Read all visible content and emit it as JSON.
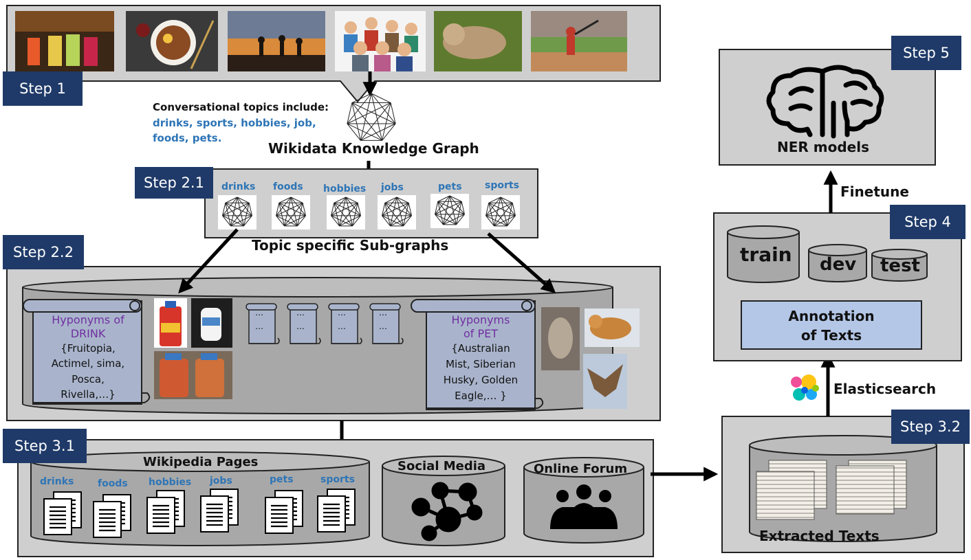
{
  "steps": {
    "s1": "Step 1",
    "s21": "Step 2.1",
    "s22": "Step 2.2",
    "s31": "Step 3.1",
    "s32": "Step 3.2",
    "s4": "Step 4",
    "s5": "Step 5"
  },
  "step1": {
    "topics_intro": "Conversational topics include:",
    "topics_line1": "drinks, sports, hobbies, job,",
    "topics_line2": "foods, pets.",
    "kg_label": "Wikidata Knowledge Graph"
  },
  "step21": {
    "topics": [
      "drinks",
      "foods",
      "hobbies",
      "jobs",
      "pets",
      "sports"
    ],
    "caption": "Topic specific Sub-graphs"
  },
  "step22": {
    "drink": {
      "heading1": "Hyponyms of",
      "heading2": "DRINK",
      "l1": "{Fruitopia,",
      "l2": "Actimel, sima,",
      "l3": "Posca,",
      "l4": "Rivella,…}"
    },
    "pet": {
      "heading1": "Hyponyms",
      "heading2": "of PET",
      "l1": "{Australian",
      "l2": "Mist, Siberian",
      "l3": "Husky, Golden",
      "l4": "Eagle,… }"
    },
    "mini_dots": "…"
  },
  "step31": {
    "wiki_title": "Wikipedia Pages",
    "wiki_topics": [
      "drinks",
      "foods",
      "hobbies",
      "jobs",
      "pets",
      "sports"
    ],
    "social": "Social Media",
    "forum": "Online Forum"
  },
  "step32": {
    "caption": "Extracted Texts",
    "search_label": "Elasticsearch"
  },
  "step4": {
    "train": "train",
    "dev": "dev",
    "test": "test",
    "annot1": "Annotation",
    "annot2": "of Texts",
    "finetune": "Finetune"
  },
  "step5": {
    "caption": "NER models"
  },
  "colors": {
    "panel": "#cfcfcf",
    "step_badge": "#1f3a68",
    "topic_blue": "#2e75b6",
    "hyponym_purple": "#7030a0",
    "scroll": "#a9b4cc",
    "annotation": "#b4c7e7"
  }
}
